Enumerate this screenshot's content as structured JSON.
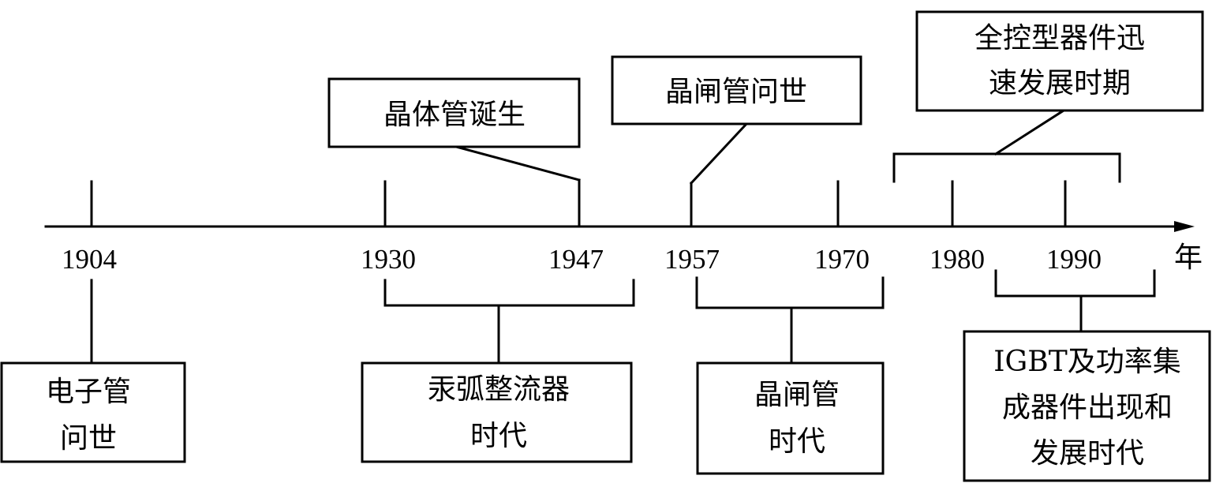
{
  "axis": {
    "unit_label": "年"
  },
  "years": [
    "1904",
    "1930",
    "1947",
    "1957",
    "1970",
    "1980",
    "1990"
  ],
  "events": {
    "top": [
      {
        "lines": [
          "晶体管诞生"
        ]
      },
      {
        "lines": [
          "晶闸管问世"
        ]
      },
      {
        "lines": [
          "全控型器件迅",
          "速发展时期"
        ]
      }
    ],
    "bottom": [
      {
        "lines": [
          "电子管",
          "问世"
        ]
      },
      {
        "lines": [
          "汞弧整流器",
          "时代"
        ]
      },
      {
        "lines": [
          "晶闸管",
          "时代"
        ]
      },
      {
        "lines": [
          "IGBT及功率集",
          "成器件出现和",
          "发展时代"
        ]
      }
    ]
  }
}
